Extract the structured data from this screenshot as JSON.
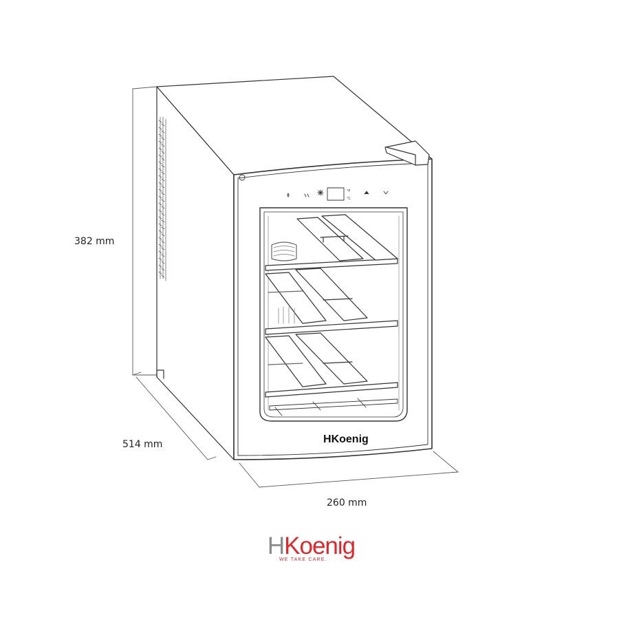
{
  "dimensions": {
    "height": "382 mm",
    "depth": "514 mm",
    "width": "260 mm"
  },
  "door": {
    "brand_prefix": "H",
    "brand_rest": "Koenig",
    "panel_icons": [
      "water-drop-icon",
      "light-icon",
      "snowflake-icon",
      "fahrenheit-icon",
      "celsius-icon",
      "arrow-up-icon",
      "arrow-down-icon"
    ],
    "fahrenheit": "°F",
    "celsius": "°C"
  },
  "logo": {
    "prefix": "H",
    "rest": "Koenig",
    "tagline": "WE TAKE CARE."
  },
  "colors": {
    "line": "#333333",
    "brand_red": "#e2262a",
    "brand_gray": "#8a8a8a"
  }
}
